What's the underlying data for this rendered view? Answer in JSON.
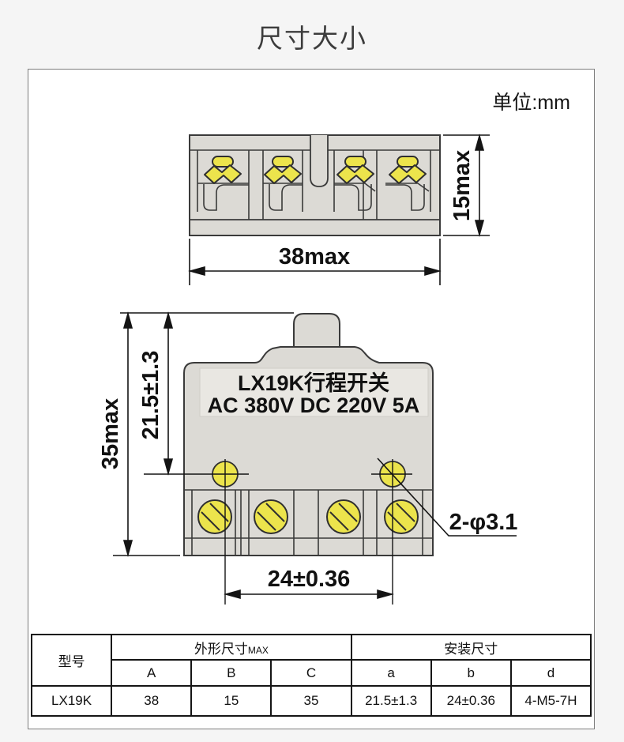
{
  "page": {
    "title": "尺寸大小",
    "unit_label": "单位:mm"
  },
  "diagram": {
    "top_view": {
      "width_dim": "38max",
      "height_dim": "15max"
    },
    "front_view": {
      "nameplate_line1": "LX19K行程开关",
      "nameplate_line2": "AC 380V DC 220V 5A",
      "overall_height_dim": "35max",
      "plunger_to_hole_dim": "21.5±1.3",
      "hole_spacing_dim": "24±0.36",
      "hole_diameter_note": "2-φ3.1"
    },
    "colors": {
      "body_fill": "#dcdad5",
      "nameplate_fill": "#e9e7e2",
      "screw_yellow": "#ece44c",
      "outline": "#3a3a3a",
      "dimension_line": "#141414"
    }
  },
  "spec_table": {
    "model_header": "型号",
    "dim_group_header": "外形尺寸",
    "dim_group_suffix": "MAX",
    "mount_group_header": "安装尺寸",
    "sub_headers": [
      "A",
      "B",
      "C",
      "a",
      "b",
      "d"
    ],
    "rows": [
      {
        "model": "LX19K",
        "values": [
          "38",
          "15",
          "35",
          "21.5±1.3",
          "24±0.36",
          "4-M5-7H"
        ]
      }
    ]
  }
}
